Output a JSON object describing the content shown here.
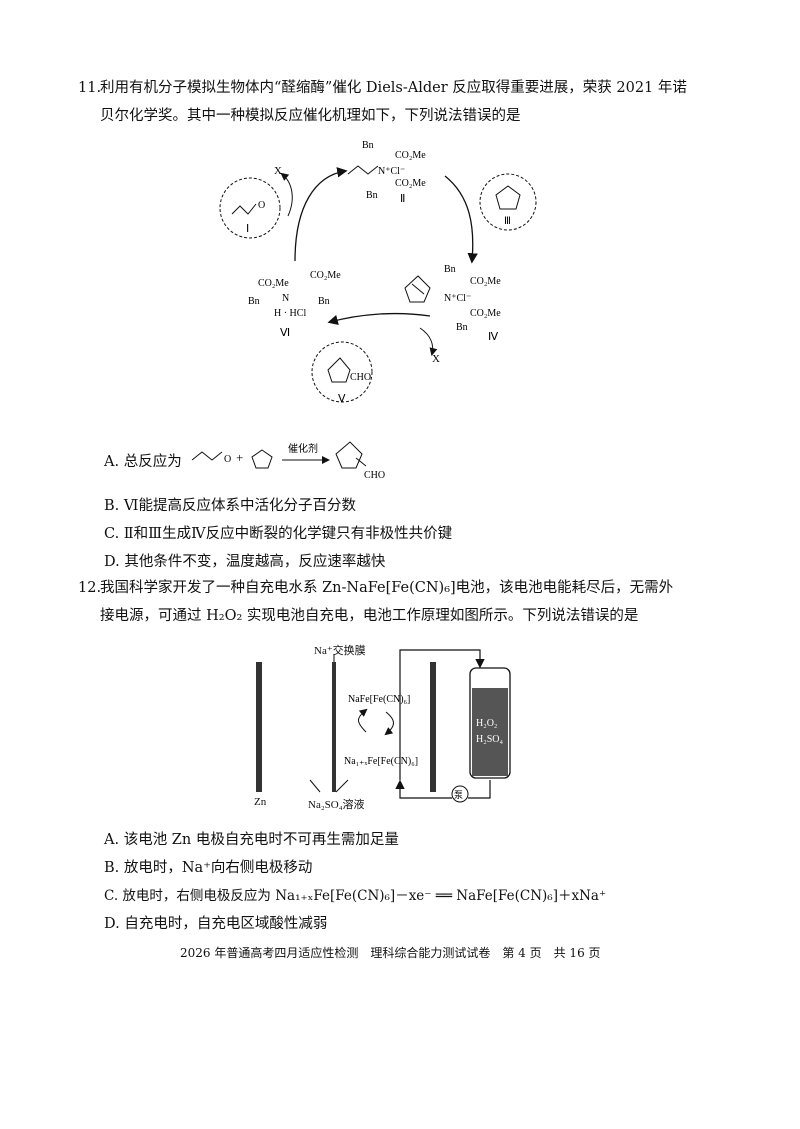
{
  "q11": {
    "num": "11.",
    "line1": "利用有机分子模拟生物体内“醛缩酶”催化 Diels-Alder 反应取得重要进展，荣获 2021 年诺",
    "line2": "贝尔化学奖。其中一种模拟反应催化机理如下，下列说法错误的是",
    "diagram": {
      "mol_II_label": "Ⅱ",
      "mol_III_label": "Ⅲ",
      "mol_IV_label": "Ⅳ",
      "mol_V_label": "Ⅴ",
      "mol_VI_label": "Ⅵ",
      "mol_I_label": "Ⅰ",
      "x_top": "X",
      "x_bottom": "X",
      "bn": "Bn",
      "co2me": "CO₂Me",
      "ncl": "N⁺Cl⁻",
      "h_hcl": "H · HCl",
      "n": "N",
      "o": "O",
      "cho": "CHO"
    },
    "options": {
      "A_prefix": "A. 总反应为",
      "A_catalyst": "催化剂",
      "A_product_cho": "CHO",
      "B": "B. Ⅵ能提高反应体系中活化分子百分数",
      "C": "C. Ⅱ和Ⅲ生成Ⅳ反应中断裂的化学键只有非极性共价键",
      "D": "D. 其他条件不变，温度越高，反应速率越快"
    }
  },
  "q12": {
    "num": "12.",
    "line1": "我国科学家开发了一种自充电水系 Zn-NaFe[Fe(CN)₆]电池，该电池电能耗尽后，无需外",
    "line2": "接电源，可通过 H₂O₂ 实现电池自充电，电池工作原理如图所示。下列说法错误的是",
    "diagram": {
      "membrane": "Na⁺交换膜",
      "upper_species": "NaFe[Fe(CN)₆]",
      "lower_species": "Na₁₊ₓFe[Fe(CN)₆]",
      "zn": "Zn",
      "electrolyte": "Na₂SO₄溶液",
      "tank_line1": "H₂O₂",
      "tank_line2": "H₂SO₄",
      "pump": "泵"
    },
    "options": {
      "A": "A. 该电池 Zn 电极自充电时不可再生需加足量",
      "B": "B. 放电时，Na⁺向右侧电极移动",
      "C": "C. 放电时，右侧电极反应为 Na₁₊ₓFe[Fe(CN)₆]－xe⁻ ══ NaFe[Fe(CN)₆]＋xNa⁺",
      "D": "D. 自充电时，自充电区域酸性减弱"
    }
  },
  "footer": "2026 年普通高考四月适应性检测　理科综合能力测试试卷　第 4 页　共 16 页"
}
